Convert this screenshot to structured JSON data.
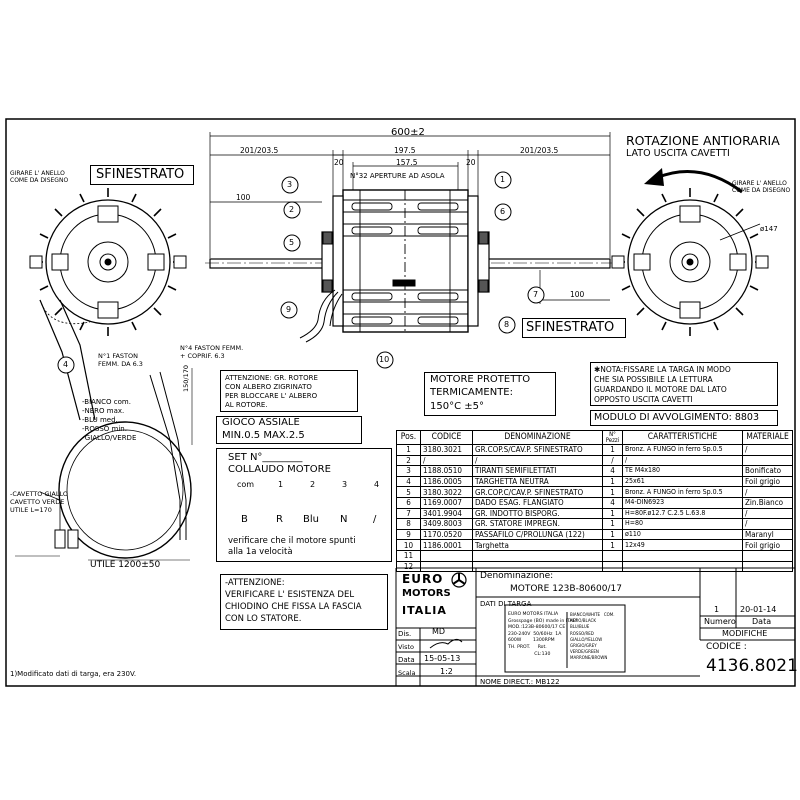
{
  "title_block": {
    "rotation_title": "ROTAZIONE ANTIORARIA",
    "rotation_sub": "LATO USCITA CAVETTI",
    "sfinestrato_left": "SFINESTRATO",
    "sfinestrato_right": "SFINESTRATO",
    "ring_note_left": [
      "GIRARE L' ANELLO",
      "COME DA DISEGNO"
    ],
    "ring_note_right": [
      "GIRARE L' ANELLO",
      "COME DA DISEGNO"
    ]
  },
  "dimensions": {
    "overall": "600±2",
    "left_shaft": "201/203.5",
    "right_shaft": "201/203.5",
    "body": "197.5",
    "inner": "157.5",
    "gap_left": "20",
    "gap_right": "20",
    "shaft_left_100": "100",
    "shaft_right_100": "100",
    "slots": "N°32 APERTURE AD ASOLA",
    "dia_147": "ø147",
    "lead_length": "150/170",
    "utile": "UTILE 1200±50",
    "cable_length": [
      "-CAVETTO GIALLO",
      "CAVETTO VERDE",
      "UTILE L=170"
    ]
  },
  "callouts": [
    "1",
    "2",
    "3",
    "4",
    "5",
    "6",
    "7",
    "8",
    "9",
    "10"
  ],
  "faston": {
    "one": [
      "N°1 FASTON",
      "FEMM. DA 6.3"
    ],
    "four": [
      "N°4 FASTON FEMM.",
      "+ COPRIF. 6.3"
    ]
  },
  "wires": [
    "-BIANCO com.",
    "-NERO      max.",
    "-BLU       med.",
    "-ROSSO     min.",
    "-GIALLO/VERDE"
  ],
  "attention_rotor": [
    "ATTENZIONE: GR. ROTORE",
    "CON ALBERO ZIGRINATO",
    "PER BLOCCARE L' ALBERO",
    "AL ROTORE."
  ],
  "protection": [
    "MOTORE PROTETTO",
    "TERMICAMENTE:",
    "150°C  ±5°"
  ],
  "note": [
    "✱NOTA:FISSARE LA TARGA IN MODO",
    "CHE SIA  POSSIBILE LA LETTURA",
    "GUARDANDO IL MOTORE DAL LATO",
    "OPPOSTO USCITA CAVETTI"
  ],
  "winding": "MODULO DI AVVOLGIMENTO: 8803",
  "axial_play": [
    "GIOCO ASSIALE",
    "MIN.0.5  MAX.2.5"
  ],
  "test": {
    "set": "SET N°________",
    "title": "COLLAUDO MOTORE",
    "terminals": [
      "com",
      "1",
      "2",
      "3",
      "4"
    ],
    "letters": [
      "B",
      "R",
      "Blu",
      "N",
      "/"
    ],
    "verify": [
      "verificare che il motore spunti",
      "alla 1a velocità"
    ]
  },
  "bom": {
    "headers": [
      "Pos.",
      "CODICE",
      "DENOMINAZIONE",
      "N° Pezzi",
      "CARATTERISTICHE",
      "MATERIALE"
    ],
    "rows": [
      [
        "1",
        "3180.3021",
        "GR.COP.S/CAV.P. SFINESTRATO",
        "1",
        "Bronz. A FUNGO in ferro Sp.0.5",
        "/"
      ],
      [
        "2",
        "/",
        "/",
        "/",
        "/",
        ""
      ],
      [
        "3",
        "1188.0510",
        "TIRANTI SEMIFILETTATI",
        "4",
        "TE  M4x180",
        "Bonificato"
      ],
      [
        "4",
        "1186.0005",
        "TARGHETTA NEUTRA",
        "1",
        "25x61",
        "Foil grigio"
      ],
      [
        "5",
        "3180.3022",
        "GR.COP.C/CAV.P. SFINESTRATO",
        "1",
        "Bronz. A FUNGO in ferro Sp.0.5",
        "/"
      ],
      [
        "6",
        "1169.0007",
        "DADO ESAG. FLANGIATO",
        "4",
        "M4-DIN6923",
        "Zin.Bianco"
      ],
      [
        "7",
        "3401.9904",
        "GR. INDOTTO BISPORG.",
        "1",
        "H=80F.ø12.7  C.2.5  L.63.8",
        "/"
      ],
      [
        "8",
        "3409.8003",
        "GR. STATORE IMPREGN.",
        "1",
        "H=80",
        "/"
      ],
      [
        "9",
        "1170.0520",
        "PASSAFILO C/PROLUNGA (122)",
        "1",
        "ø110",
        "Maranyl"
      ],
      [
        "10",
        "1186.0001",
        "Targhetta",
        "1",
        "12x49",
        "Foil grigio"
      ],
      [
        "11",
        "",
        "",
        "",
        "",
        ""
      ],
      [
        "12",
        "",
        "",
        "",
        "",
        ""
      ]
    ]
  },
  "attention_fascia": [
    "-ATTENZIONE:",
    "VERIFICARE L' ESISTENZA DEL",
    "CHIODINO CHE FISSA LA FASCIA",
    "CON LO STATORE."
  ],
  "logo": [
    "EURO",
    "MOTORS",
    "ITALIA"
  ],
  "denominazione": {
    "label": "Denominazione:",
    "value": "MOTORE 123B-80600/17",
    "dati": "DATI DI TARGA",
    "nome_direct": "NOME DIRECT.: MB122"
  },
  "plate": {
    "lines_left": [
      "EURO MOTORS ITALIA",
      "Grosspage (BO) made in ITALY",
      "MOD.:123B-80600/17 CE",
      "230-240V  50/60Hz  1A",
      "600W        1300RPM",
      "TH. PROT.     Rot.",
      "                  CL:130"
    ],
    "lines_right": [
      "BIANCO/WHITE   COM.",
      "NERO/BLACK",
      "BLU/BLUE",
      "ROSSO/RED",
      "GIALLO/YELLOW",
      "GRIGIO/GREY",
      "VERDE/GREEN",
      "MARRONE/BROWN"
    ]
  },
  "signatures": {
    "dis_label": "Dis.",
    "dis_value": "MD",
    "visto_label": "Visto",
    "data_label": "Data",
    "data_value": "15-05-13",
    "scala_label": "Scala",
    "scala_value": "1:2"
  },
  "revision": {
    "number": "1",
    "date": "20-01-14",
    "numero_label": "Numero",
    "data_label": "Data",
    "modifiche_label": "MODIFICHE"
  },
  "codice_label": "CODICE :",
  "codice": "4136.8021",
  "footnote": "1)Modificato dati di targa, era 230V.",
  "icons": [
    "rotation-arrow-icon",
    "fan-logo-icon",
    "signature-icon"
  ]
}
